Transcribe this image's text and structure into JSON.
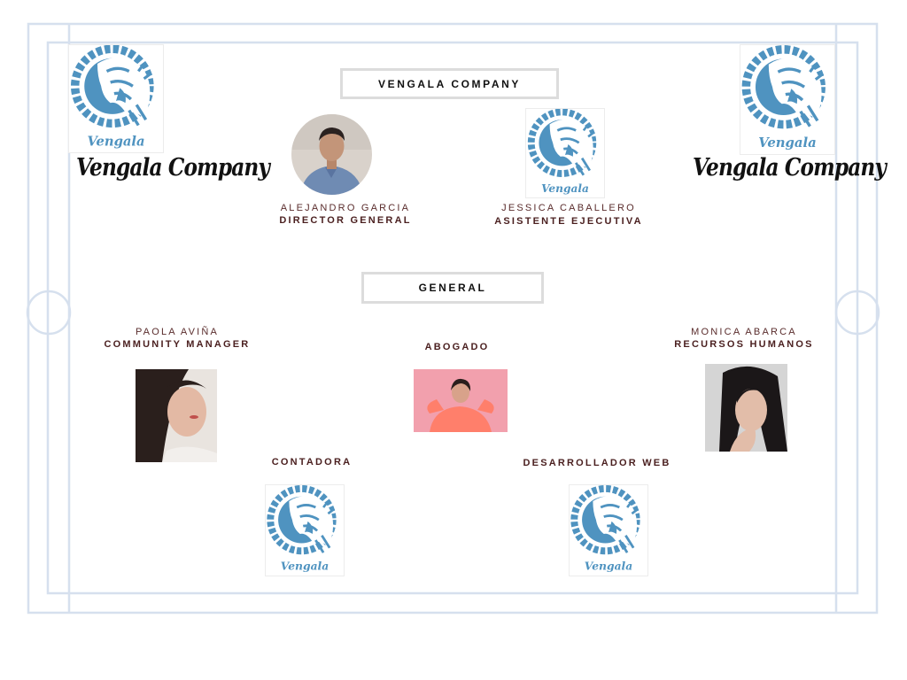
{
  "header": {
    "company_box": "VENGALA COMPANY"
  },
  "brand": {
    "left_text": "Vengala Company",
    "right_text": "Vengala Company",
    "logo_word": "Vengala",
    "logo_color": "#4f93c0"
  },
  "leadership": [
    {
      "name": "ALEJANDRO GARCIA",
      "role": "DIRECTOR GENERAL"
    },
    {
      "name": "JESSICA CABALLERO",
      "role": "ASISTENTE EJECUTIVA"
    }
  ],
  "general": {
    "title": "GENERAL",
    "members": [
      {
        "name": "PAOLA AVIÑA",
        "role": "COMMUNITY MANAGER"
      },
      {
        "role": "ABOGADO"
      },
      {
        "name": "MONICA ABARCA",
        "role": "RECURSOS HUMANOS"
      },
      {
        "role": "CONTADORA"
      },
      {
        "role": "DESARROLLADOR WEB"
      }
    ]
  },
  "colors": {
    "frame": "#d6e0ee",
    "title_border": "#dcdcdc",
    "role_text": "#4a1f1f"
  }
}
